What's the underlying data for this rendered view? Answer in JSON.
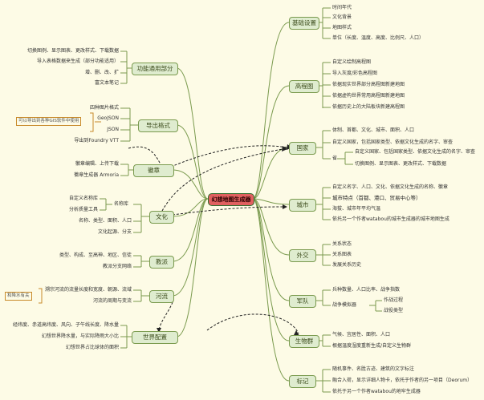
{
  "center": "幻想地图生成器",
  "left": {
    "func": {
      "title": "功能通用部分",
      "items": [
        "切换图例、显示图表、更改样式、下载数据",
        "导入表格数据来生成（部分功能适用）",
        "增、删、改、扩",
        "富文本笔记"
      ]
    },
    "export": {
      "title": "导出格式",
      "items": [
        "四种图片格式",
        "GeoJSON",
        "JSON",
        "导出到Foundry VTT"
      ],
      "callout": "可以导出到各种GIS软件中使用"
    },
    "icons": {
      "title": "徽章",
      "items": [
        "徽章编辑、上传下载",
        "徽章生成器 Armoria"
      ]
    },
    "culture": {
      "title": "文化",
      "sub": "名称库",
      "subitems": [
        "自定义名称库",
        "分析质量工具"
      ],
      "items": [
        "名称、类型、面积、人口",
        "文化起源、分支"
      ]
    },
    "religion": {
      "title": "教派",
      "items": [
        "类型、构成、至高神、地区、信徒",
        "教派分支网络"
      ]
    },
    "rivers": {
      "title": "河流",
      "items": [
        "溯宗河流的流量长度和宽度、朝源、流域",
        "河流的周期与变流"
      ],
      "callout": "和降水有关"
    },
    "world": {
      "title": "世界配置",
      "items": [
        "经纬度、赤道高纬度、风向、子午线长度、降水量",
        "幻想世界降水量，与实际降雨大小比",
        "幻想世界占比球体的面积"
      ]
    }
  },
  "right": {
    "basic": {
      "title": "基础设置",
      "items": [
        "时间年代",
        "文化背景",
        "地图样式",
        "单位（长度、温度、高度、比例尺、人口）"
      ]
    },
    "height": {
      "title": "高程图",
      "items": [
        "自定义绘制高程图",
        "导入灰度/彩色高程图",
        "依据现实世界部分高程图新建地图",
        "依据虚构世界常用高程图新建地图",
        "依据历史上的大陆板块新建高程图"
      ]
    },
    "states": {
      "title": "国家",
      "items": [
        "体制、首都、文化、城市、面积、人口",
        "自定义国家，包括国家类型、依据文化生成的名字、审查"
      ],
      "sub": "省",
      "subitems": [
        "自定义国家、包括国家类型、依据文化生成的名字、审查",
        "切换图例、显示图表、更改样式、下载数据"
      ]
    },
    "cities": {
      "title": "城市",
      "items": [
        "自定义名字、人口、文化、依据文化生成的名称、徽章",
        "城市特点（首都、港口、贸易中心等）",
        "海拔、城市年平均气温",
        "依托另一个作者watabou的城市生成器的城市地图生成"
      ]
    },
    "diplomacy": {
      "title": "外交",
      "items": [
        "关系状态",
        "关系图表",
        "发展关系历史"
      ]
    },
    "military": {
      "title": "军队",
      "items": [
        "兵种数量、人口比率、战争指数",
        "战争模拟器"
      ],
      "subitems": [
        "作战过程",
        "战役类型"
      ]
    },
    "biomes": {
      "title": "生物群",
      "items": [
        "气候、宜居性、面积、人口",
        "根据温度湿度重新生成/自定义生物群"
      ]
    },
    "markers": {
      "title": "标记",
      "items": [
        "随机事件、名胜古迹、建筑的文字标注",
        "融合入荷，显示详细人物卡，依托于作者的另一项目（Deorum）",
        "依托于另一个作者watabou的地牢生成器"
      ]
    }
  },
  "colors": {
    "line": "#7a9a4e",
    "node_bg": "#dfeccf",
    "center_bg": "#e06060",
    "center_border": "#2e6e2e",
    "background": "#fdfbe6"
  }
}
